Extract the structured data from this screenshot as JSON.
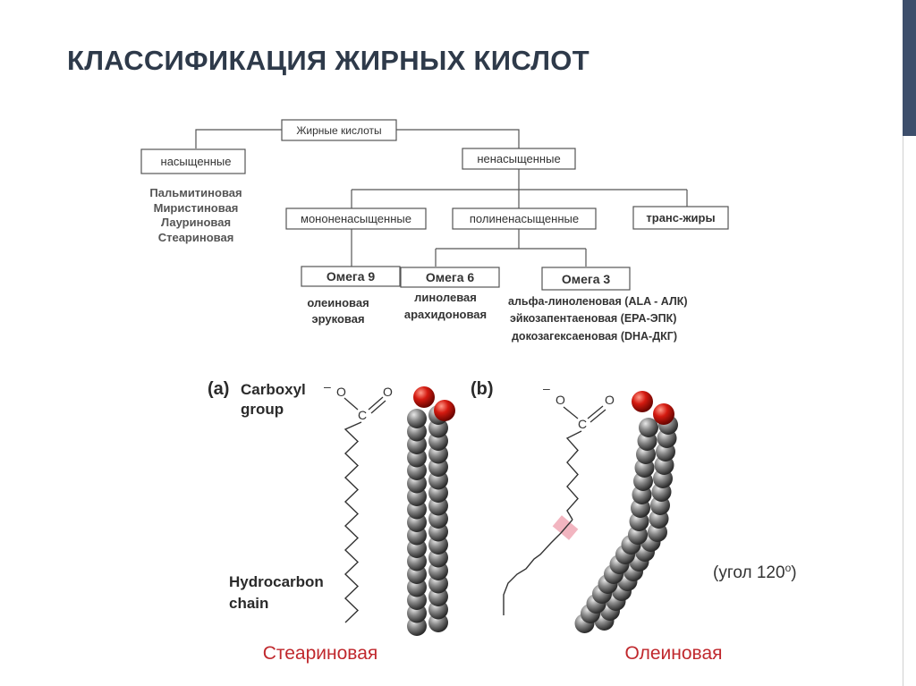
{
  "slide": {
    "title": "КЛАССИФИКАЦИЯ ЖИРНЫХ КИСЛОТ",
    "accent_color": "#3d4e6b"
  },
  "tree": {
    "root": "Жирные кислоты",
    "saturated": {
      "label": "насыщенные",
      "examples": [
        "Пальмитиновая",
        "Миристиновая",
        "Лауриновая",
        "Стеариновая"
      ]
    },
    "unsaturated": {
      "label": "ненасыщенные"
    },
    "mono": {
      "label": "мононенасыщенные"
    },
    "poly": {
      "label": "полиненасыщенные"
    },
    "trans": {
      "label": "транс-жиры"
    },
    "omega9": {
      "label": "Омега 9",
      "examples": [
        "олеиновая",
        "эруковая"
      ]
    },
    "omega6": {
      "label": "Омега 6",
      "examples": [
        "линолевая",
        "арахидоновая"
      ]
    },
    "omega3": {
      "label": "Омега 3",
      "examples": [
        "альфа-линоленовая (ALA - АЛК)",
        "эйкозапентаеновая (EPA-ЭПК)",
        "докозагексаеновая (DHA-ДКГ)"
      ]
    }
  },
  "figure": {
    "panel_a": "(a)",
    "panel_b": "(b)",
    "carboxyl_label": [
      "Carboxyl",
      "group"
    ],
    "hydrocarbon_label": [
      "Hydrocarbon",
      "chain"
    ],
    "charge": "–",
    "atom_o": "O",
    "atom_c": "C",
    "angle_note": "(угол 120",
    "angle_sup": "о",
    "angle_close": ")",
    "caption_a": "Стеариновая",
    "caption_b": "Олеиновая",
    "caption_color": "#c0282d"
  }
}
